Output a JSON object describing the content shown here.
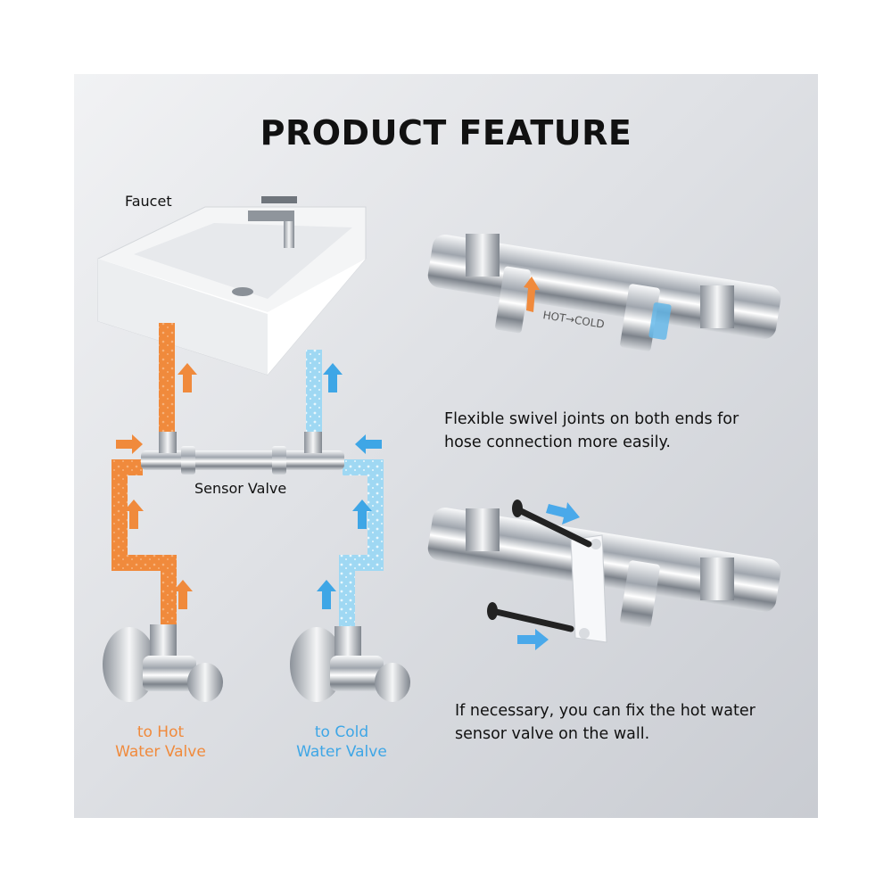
{
  "title": "PRODUCT FEATURE",
  "labels": {
    "faucet": "Faucet",
    "sensor_valve": "Sensor Valve",
    "hot_line1": "to Hot",
    "hot_line2": "Water Valve",
    "cold_line1": "to Cold",
    "cold_line2": "Water Valve",
    "valve_marking_top": "HOT→COLD"
  },
  "features": {
    "swivel_line1": "Flexible swivel joints on both ends for",
    "swivel_line2": "hose connection more easily.",
    "wall_line1": "If necessary, you can fix the hot water",
    "wall_line2": "sensor valve on the wall."
  },
  "colors": {
    "hot": "#f08a3c",
    "cold": "#3ea6e6",
    "chrome": "#c7cbd1"
  },
  "icons": [
    "faucet-icon",
    "sink-icon",
    "arrow-up-icon",
    "arrow-right-icon",
    "arrow-left-icon",
    "angle-valve-icon",
    "screw-icon",
    "mounting-clip-icon"
  ]
}
